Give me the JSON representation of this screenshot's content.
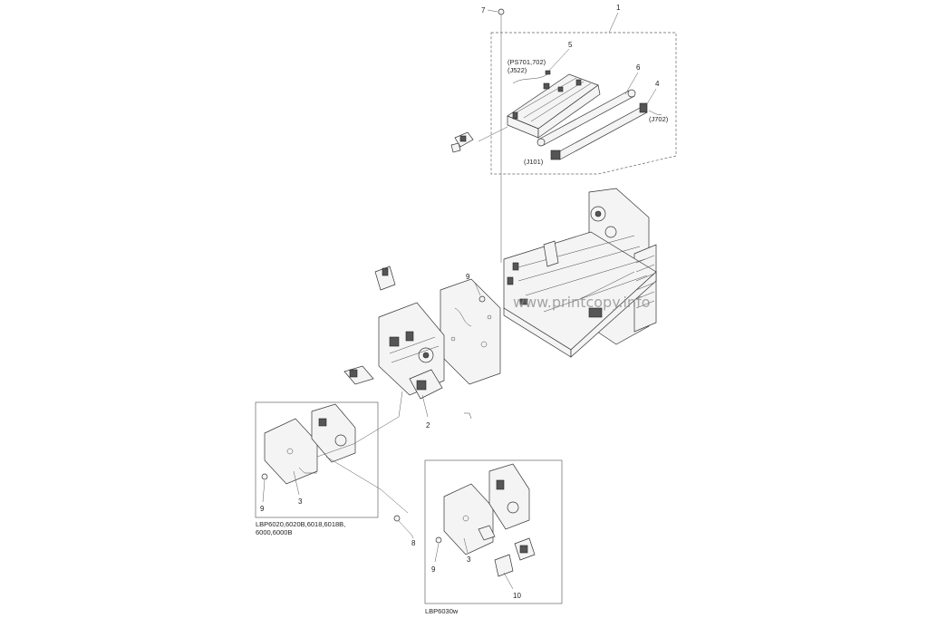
{
  "callouts": {
    "n1": "1",
    "n2": "2",
    "n3a": "3",
    "n3b": "3",
    "n4": "4",
    "n5": "5",
    "n6": "6",
    "n7": "7",
    "n8": "8",
    "n9a": "9",
    "n9b": "9",
    "n9c": "9",
    "n10": "10"
  },
  "connectors": {
    "ps": "(PS701,702)",
    "j522": "(J522)",
    "j702": "(J702)",
    "j101": "(J101)"
  },
  "captions": {
    "models_line1": "LBP6020,6020B,6018,6018B,",
    "models_line2": "6000,6000B",
    "lbp6030w": "LBP6030w"
  },
  "watermark": "www.printcopy.info"
}
